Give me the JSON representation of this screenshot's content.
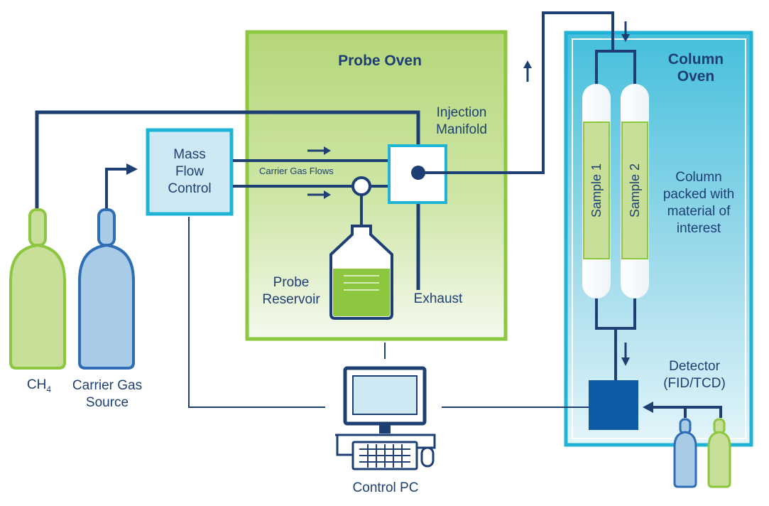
{
  "probe_oven": {
    "title": "Probe Oven"
  },
  "column_oven": {
    "title_line1": "Column",
    "title_line2": "Oven"
  },
  "injection_manifold": {
    "line1": "Injection",
    "line2": "Manifold"
  },
  "mass_flow_control": {
    "line1": "Mass",
    "line2": "Flow",
    "line3": "Control"
  },
  "carrier_gas_flows": "Carrier Gas Flows",
  "probe_reservoir": {
    "line1": "Probe",
    "line2": "Reservoir"
  },
  "exhaust": "Exhaust",
  "column_packed": {
    "line1": "Column",
    "line2": "packed with",
    "line3": "material of",
    "line4": "interest"
  },
  "samples": [
    "Sample 1",
    "Sample 2"
  ],
  "detector": {
    "line1": "Detector",
    "line2": "(FID/TCD)"
  },
  "ch4": {
    "base": "CH",
    "subscript": "4"
  },
  "carrier_gas_source": {
    "line1": "Carrier Gas",
    "line2": "Source"
  },
  "control_pc": "Control PC",
  "colors": {
    "navy": "#1d3f73",
    "green_light": "#c8df9a",
    "green_border": "#8dc63f",
    "blue_light": "#a8cbe8",
    "blue_border": "#2f6eb5",
    "cyan_border": "#1fb3d6",
    "detector": "#0f5aa6"
  }
}
